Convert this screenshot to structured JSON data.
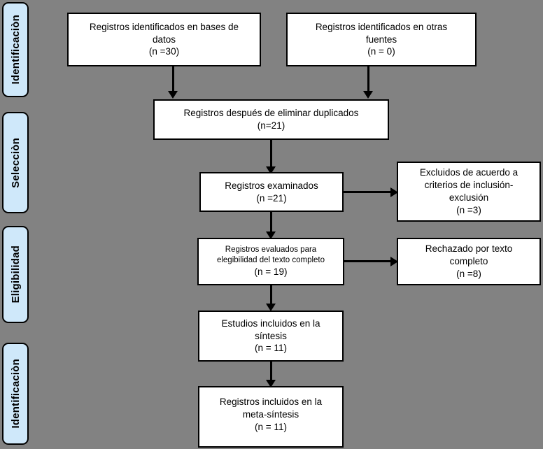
{
  "diagram": {
    "type": "prisma-flow-diagram",
    "background_color": "#828282",
    "box_fill": "#ffffff",
    "box_border": "#000000",
    "stage_tab_fill": "#cfe8fa"
  },
  "stages": [
    {
      "label": "Identificaciòn"
    },
    {
      "label": "Selecciòn"
    },
    {
      "label": "Eligibilidad"
    },
    {
      "label": "Identificaciòn"
    }
  ],
  "boxes": {
    "records_databases": {
      "line1": "Registros identificados en bases de",
      "line2": "datos",
      "count": "(n =30)"
    },
    "records_other_sources": {
      "line1": "Registros identificados en otras",
      "line2": "fuentes",
      "count": "(n = 0)"
    },
    "after_duplicates": {
      "line1": "Registros después de eliminar duplicados",
      "count": "(n=21)"
    },
    "records_screened": {
      "line1": "Registros examinados",
      "count": "(n =21)"
    },
    "records_excluded": {
      "line1": "Excluidos de acuerdo a",
      "line2": "criterios de inclusión-",
      "line3": "exclusión",
      "count": "(n =3)"
    },
    "full_text_assessed": {
      "line1": "Registros evaluados para",
      "line2": "elegibilidad del texto completo",
      "count": "(n = 19)"
    },
    "full_text_rejected": {
      "line1": "Rechazado por texto",
      "line2": "completo",
      "count": "(n =8)"
    },
    "studies_included": {
      "line1": "Estudios incluidos en la",
      "line2": "síntesis",
      "count": "(n = 11)"
    },
    "meta_synthesis": {
      "line1": "Registros incluidos en la",
      "line2": "meta-síntesis",
      "count": "(n = 11)"
    }
  }
}
